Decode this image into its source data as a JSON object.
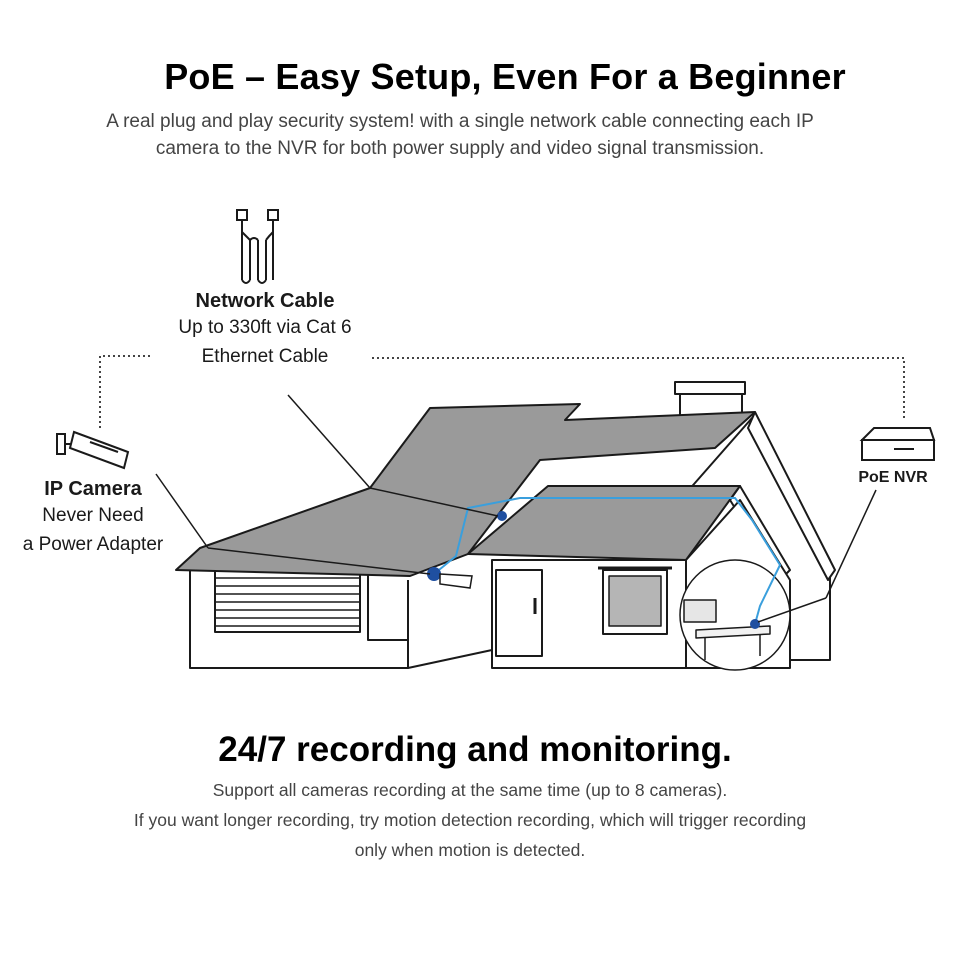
{
  "header": {
    "title": "PoE – Easy Setup, Even For a Beginner",
    "subtitle_line1": "A real plug and play security system! with a single network cable connecting each IP",
    "subtitle_line2": "camera to the NVR for both power supply and video signal transmission."
  },
  "diagram": {
    "network_cable": {
      "title": "Network Cable",
      "line1": "Up to 330ft via Cat 6",
      "line2": "Ethernet Cable"
    },
    "ip_camera": {
      "title": "IP Camera",
      "line1": "Never Need",
      "line2": "a Power Adapter"
    },
    "nvr": {
      "title": "PoE NVR"
    },
    "colors": {
      "cable": "#3a9fdd",
      "node": "#1f4fa0",
      "roof": "#9a9a9a",
      "outline": "#1a1a1a"
    }
  },
  "recording": {
    "heading": "24/7 recording and monitoring.",
    "line1": "Support all cameras recording at the same time (up to 8 cameras).",
    "line2": "If you want longer recording, try motion detection recording, which will trigger recording",
    "line3": "only when motion is detected."
  }
}
